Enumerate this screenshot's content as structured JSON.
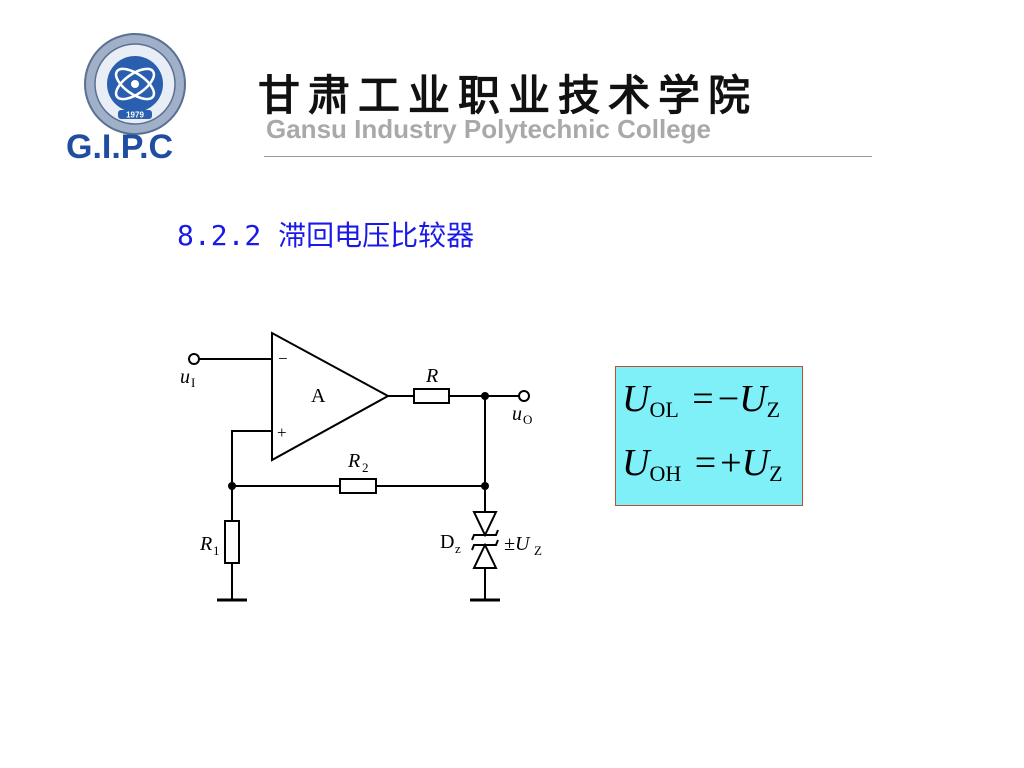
{
  "header": {
    "logo_abbr": "G.I.P.C",
    "logo_year": "1979",
    "college_name_cn": "甘肃工业职业技术学院",
    "college_name_en": "Gansu Industry Polytechnic College"
  },
  "slide": {
    "section_title": "8.2.2 滞回电压比较器"
  },
  "circuit": {
    "input_label": "u",
    "input_sub": "I",
    "output_label": "u",
    "output_sub": "O",
    "opamp_label": "A",
    "inv_sign": "−",
    "noninv_sign": "+",
    "resistor_r": "R",
    "resistor_r2": "R",
    "resistor_r2_sub": "2",
    "resistor_r1": "R",
    "resistor_r1_sub": "1",
    "zener_label": "D",
    "zener_sub": "z",
    "zener_voltage_prefix": "±U",
    "zener_voltage_sub": "Z"
  },
  "formulas": {
    "line1": {
      "lhs": "U",
      "lhs_sub": "OL",
      "op": "=",
      "sign": "−",
      "rhs": "U",
      "rhs_sub": "Z"
    },
    "line2": {
      "lhs": "U",
      "lhs_sub": "OH",
      "op": "=",
      "sign": "+",
      "rhs": "U",
      "rhs_sub": "Z"
    }
  },
  "colors": {
    "title": "#1a1ae6",
    "logo_blue": "#1f4ea1",
    "formula_bg": "#7ff0f8",
    "formula_border": "#c05030"
  }
}
